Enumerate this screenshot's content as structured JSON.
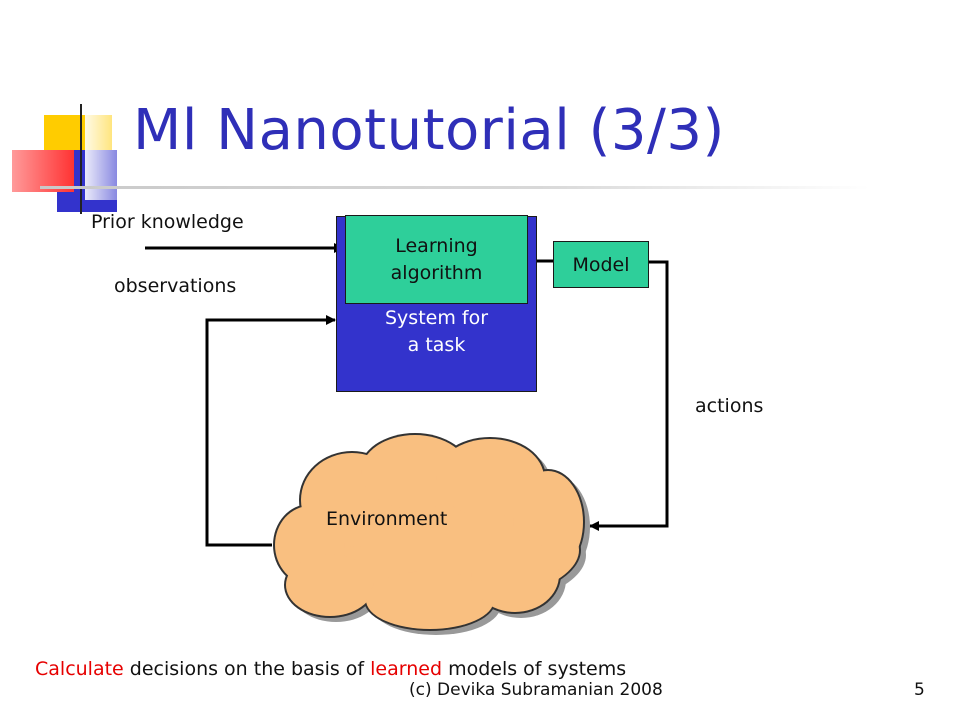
{
  "slide": {
    "title": "Ml Nanotutorial (3/3)",
    "slide_number": "5",
    "credit": "(c) Devika Subramanian 2008"
  },
  "diagram": {
    "prior_knowledge_label": "Prior knowledge",
    "observations_label": "observations",
    "actions_label": "actions",
    "system_label": "System for\na task",
    "learning_label": "Learning\nalgorithm",
    "model_label": "Model",
    "environment_label": "Environment"
  },
  "caption": {
    "part1": "Calculate",
    "part2": " decisions on the basis of ",
    "part3": "learned",
    "part4": " models of systems"
  },
  "colors": {
    "title": "#2f2fb8",
    "system_box": "#3333cc",
    "learning_box": "#2ecf9a",
    "environment_cloud": "#f9bf80",
    "highlight": "#e60000"
  }
}
